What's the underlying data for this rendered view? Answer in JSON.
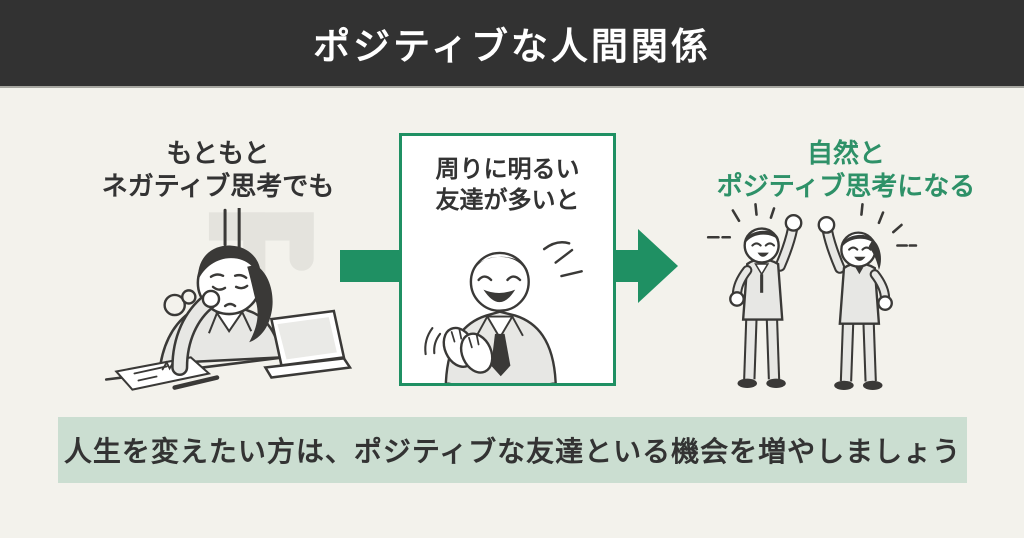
{
  "header": {
    "title": "ポジティブな人間関係"
  },
  "flow": {
    "before": {
      "line1": "もともと",
      "line2": "ネガティブ思考でも",
      "illustration": "negative-woman-at-desk"
    },
    "condition": {
      "line1": "周りに明るい",
      "line2": "友達が多いと",
      "illustration": "laughing-man-clapping"
    },
    "after": {
      "line1": "自然と",
      "line2": "ポジティブ思考になる",
      "illustration": "man-and-woman-cheering"
    }
  },
  "banner": {
    "text": "人生を変えたい方は、ポジティブな友達といる機会を増やしましょう"
  },
  "colors": {
    "header_bg": "#323232",
    "page_bg": "#F3F2EC",
    "accent_green": "#1F9063",
    "text_green": "#2E9168",
    "banner_bg": "#CBDED1",
    "text_dark": "#333333",
    "box_bg": "#FFFFFF"
  }
}
